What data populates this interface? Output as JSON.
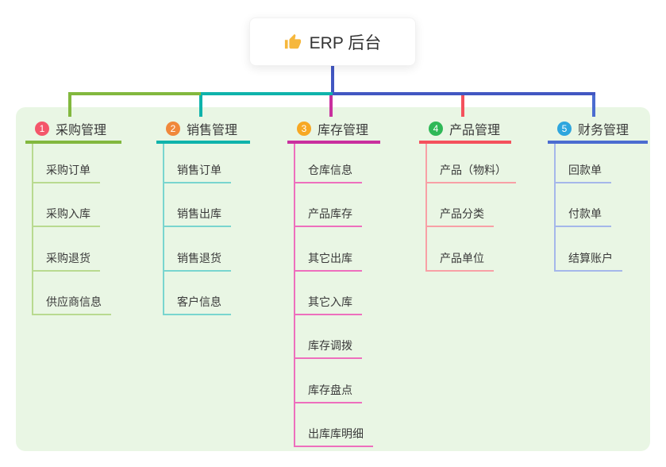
{
  "root": {
    "label": "ERP 后台",
    "icon": "thumbs-up"
  },
  "colors": {
    "canvas_bg": "#ffffff",
    "panel_bg": "#e9f6e4",
    "root_connector": "#4257c2",
    "text": "#3a3a3a",
    "thumb_icon": "#f6b73c"
  },
  "branches": [
    {
      "num": "1",
      "label": "采购管理",
      "color": "#82b83e",
      "light_color": "#b9da90",
      "badge_color": "#f4566a",
      "children": [
        "采购订单",
        "采购入库",
        "采购退货",
        "供应商信息"
      ]
    },
    {
      "num": "2",
      "label": "销售管理",
      "color": "#0fb3ab",
      "light_color": "#79d5cf",
      "badge_color": "#f0883b",
      "children": [
        "销售订单",
        "销售出库",
        "销售退货",
        "客户信息"
      ]
    },
    {
      "num": "3",
      "label": "库存管理",
      "color": "#c9309e",
      "light_color": "#ee6fbd",
      "badge_color": "#f7a823",
      "children": [
        "仓库信息",
        "产品库存",
        "其它出库",
        "其它入库",
        "库存调拨",
        "库存盘点",
        "出库库明细"
      ]
    },
    {
      "num": "4",
      "label": "产品管理",
      "color": "#f4515c",
      "light_color": "#f8a0a6",
      "badge_color": "#2fb857",
      "children": [
        "产品（物料）",
        "产品分类",
        "产品单位"
      ]
    },
    {
      "num": "5",
      "label": "财务管理",
      "color": "#4b6cd0",
      "light_color": "#a5b7ea",
      "badge_color": "#2ea6de",
      "children": [
        "回款单",
        "付款单",
        "结算账户"
      ]
    }
  ]
}
